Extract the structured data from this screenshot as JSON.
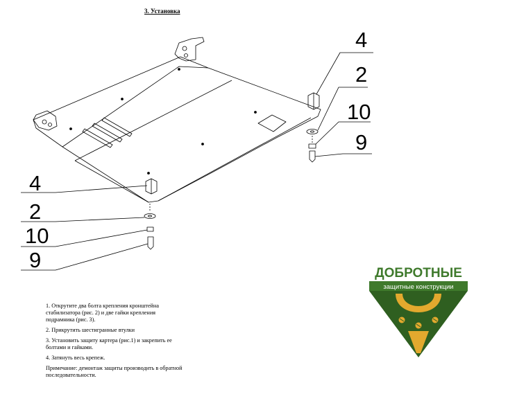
{
  "section_title": "3. Установка",
  "callouts": {
    "right_4": "4",
    "right_2": "2",
    "right_10": "10",
    "right_9": "9",
    "left_4": "4",
    "left_2": "2",
    "left_10": "10",
    "left_9": "9"
  },
  "instructions": [
    "1. Открутите два болта крепления кронштейна стабилизатора (рис. 2) и две гайки крепления подрамника (рис. 3).",
    "2. Прикрутить шестигранные втулки",
    "3. Установить защиту картера (рис.1) и закрепить ее болтами и гайками.",
    "4. Затянуть весь крепеж.",
    "Примечание: демонтаж защиты производить в обратной последовательности."
  ],
  "logo": {
    "brand": "ДОБРОТНЫЕ",
    "tagline": "защитные конструкции",
    "colors": {
      "green": "#3f7a2c",
      "dark_green": "#2f5f20",
      "gold": "#e3a92e"
    }
  }
}
